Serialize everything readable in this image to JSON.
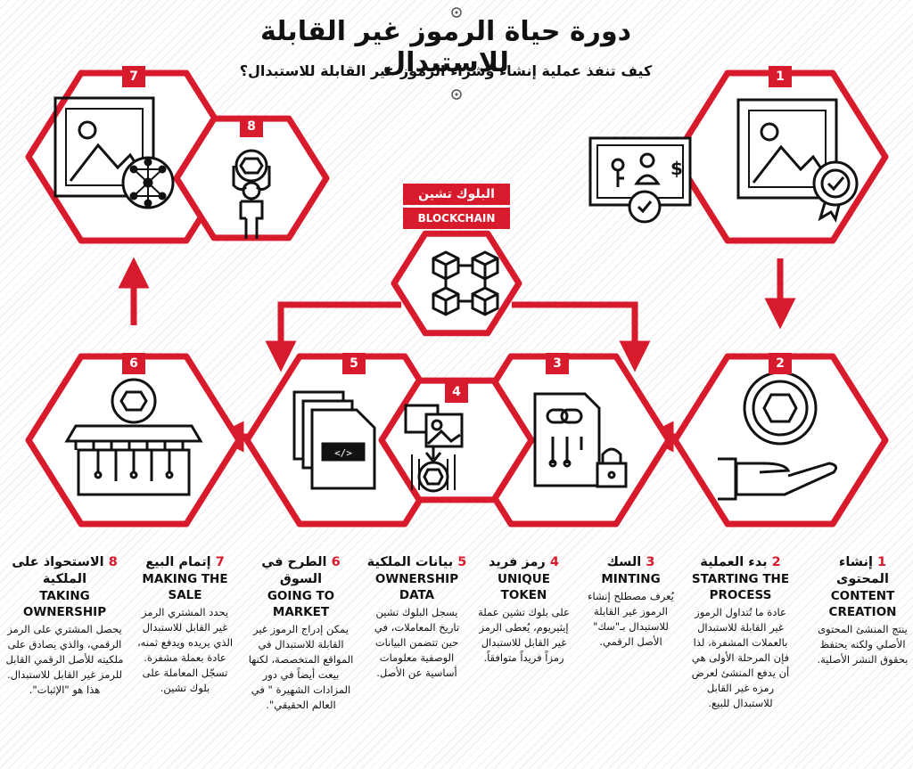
{
  "title": "دورة حياة الرموز غير القابلة للاستبدال",
  "subtitle": "كيف تنفذ عملية إنشاء وشراء الرموز غير القابلة للاستبدال؟",
  "blockchain": {
    "label_ar": "البلوك تشين",
    "label_en": "BLOCKCHAIN",
    "icon": "blockchain-cubes-icon"
  },
  "colors": {
    "accent": "#d81b2c",
    "text": "#111111",
    "background": "#ffffff"
  },
  "nodes": [
    {
      "number": "1",
      "icon": "certified-artwork-icon"
    },
    {
      "number": "2",
      "icon": "hand-holding-coin-icon"
    },
    {
      "number": "3",
      "icon": "locked-chain-document-icon"
    },
    {
      "number": "4",
      "icon": "image-to-token-icon"
    },
    {
      "number": "5",
      "icon": "code-documents-icon"
    },
    {
      "number": "6",
      "icon": "storefront-token-icon"
    },
    {
      "number": "7",
      "icon": "artwork-network-icon"
    },
    {
      "number": "8",
      "icon": "person-holding-token-icon"
    }
  ],
  "ownership_certificate": {
    "icon": "ownership-certificate-icon"
  },
  "steps": [
    {
      "number": "1",
      "title_ar": "إنشاء المحتوى",
      "title_en": "CONTENT CREATION",
      "desc": "ينتج المنشئ المحتوى الأصلي ولكنه يحتفظ بحقوق النشر الأصلية."
    },
    {
      "number": "2",
      "title_ar": "بدء العملية",
      "title_en": "STARTING THE PROCESS",
      "desc": "عادة ما تُتداول الرموز غير القابلة للاستبدال بالعملات المشفرة، لذا فإن المرحلة الأولى هي أن يدفع المنشئ لعرض رمزه غير القابل للاستبدال للبيع."
    },
    {
      "number": "3",
      "title_ar": "السك",
      "title_en": "MINTING",
      "desc": "يُعرف مصطلح إنشاء الرموز غير القابلة للاستبدال بـ\"سك\" الأصل الرقمي."
    },
    {
      "number": "4",
      "title_ar": "رمز فريد",
      "title_en": "UNIQUE TOKEN",
      "desc": "على بلوك تشين عملة إيثيريوم، يُعطى الرمز غير القابل للاستبدال رمزاً فريداً متوافقاً."
    },
    {
      "number": "5",
      "title_ar": "بيانات الملكية",
      "title_en": "OWNERSHIP DATA",
      "desc": "يسجل البلوك تشين تاريخ المعاملات، في حين تتضمن البيانات الوصفية معلومات أساسية عن الأصل."
    },
    {
      "number": "6",
      "title_ar": "الطرح في السوق",
      "title_en": "GOING TO MARKET",
      "desc": "يمكن إدراج الرموز غير القابلة للاستبدال في المواقع المتخصصة، لكنها بيعت أيضاً في دور المزادات الشهيرة \" في العالم الحقيقي\"."
    },
    {
      "number": "7",
      "title_ar": "إتمام البيع",
      "title_en": "MAKING THE SALE",
      "desc": "يحدد المشتري الرمز غير القابل للاستبدال الذي يريده ويدفع ثمنه، عادة بعملة مشفرة. تسجّل المعاملة على بلوك تشين."
    },
    {
      "number": "8",
      "title_ar": "الاستحواذ على الملكية",
      "title_en": "TAKING OWNERSHIP",
      "desc": "يحصل المشتري على الرمز الرقمي، والذي يصادق على ملكيته للأصل الرقمي القابل للرمز غير القابل للاستبدال. هذا هو \"الإثبات\"."
    }
  ]
}
